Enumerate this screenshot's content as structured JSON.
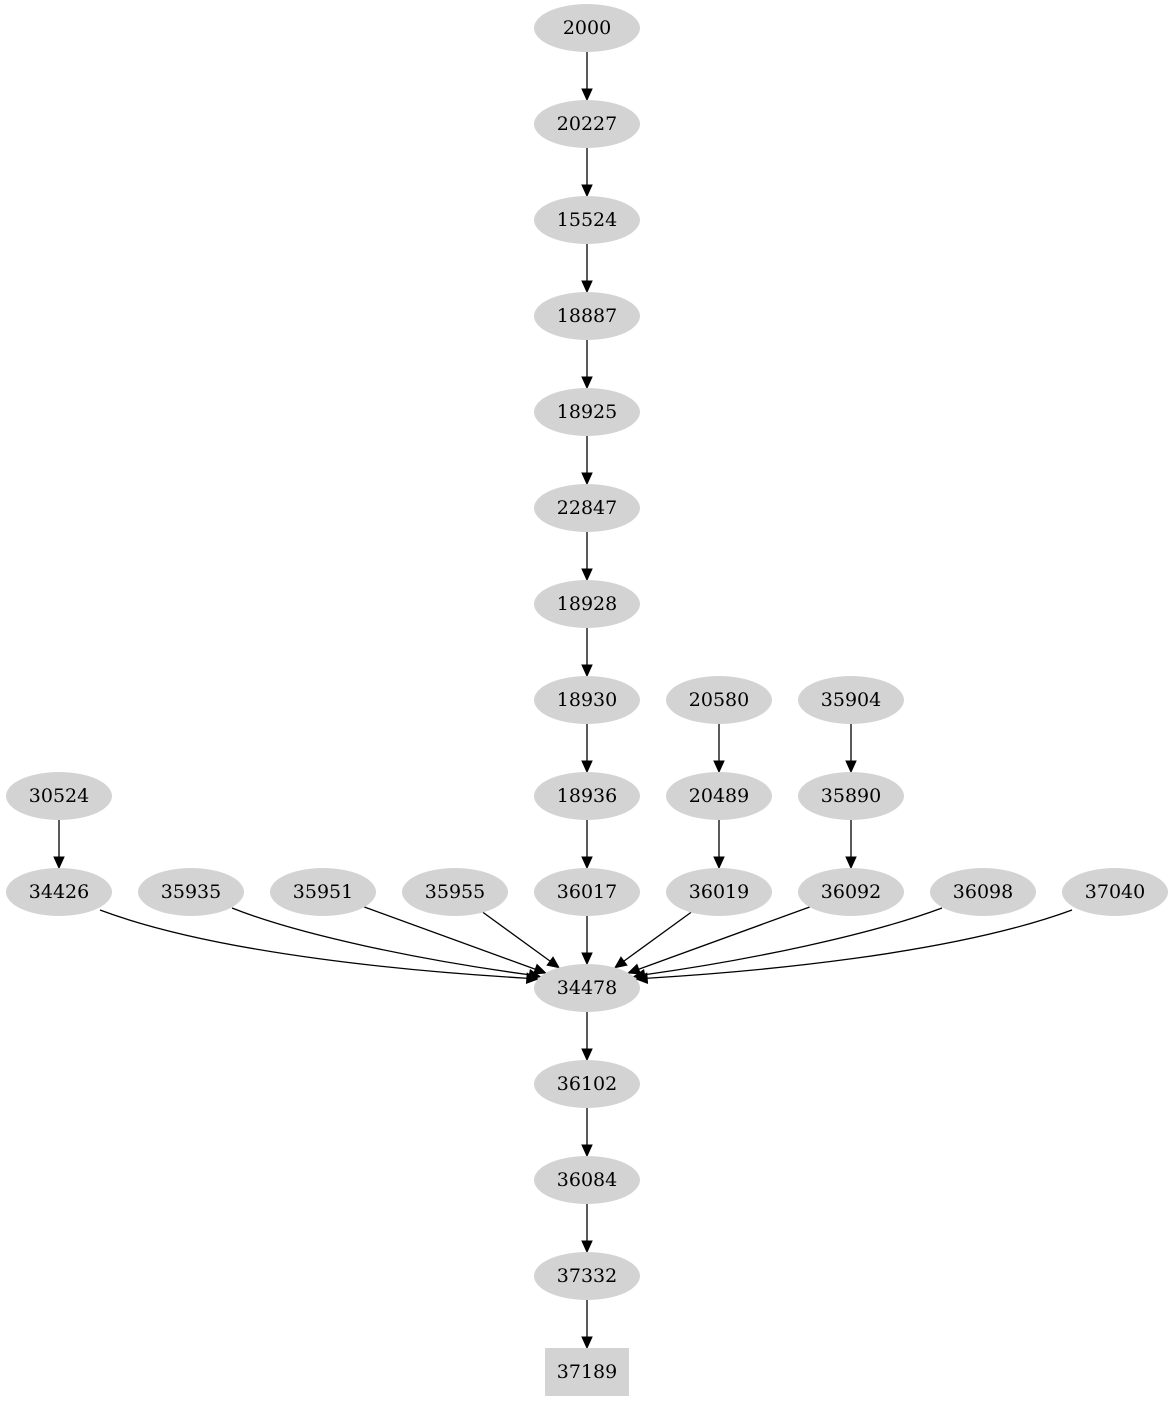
{
  "graph": {
    "nodes": [
      {
        "id": "2000",
        "label": "2000",
        "shape": "ellipse"
      },
      {
        "id": "20227",
        "label": "20227",
        "shape": "ellipse"
      },
      {
        "id": "15524",
        "label": "15524",
        "shape": "ellipse"
      },
      {
        "id": "18887",
        "label": "18887",
        "shape": "ellipse"
      },
      {
        "id": "18925",
        "label": "18925",
        "shape": "ellipse"
      },
      {
        "id": "22847",
        "label": "22847",
        "shape": "ellipse"
      },
      {
        "id": "18928",
        "label": "18928",
        "shape": "ellipse"
      },
      {
        "id": "18930",
        "label": "18930",
        "shape": "ellipse"
      },
      {
        "id": "20580",
        "label": "20580",
        "shape": "ellipse"
      },
      {
        "id": "35904",
        "label": "35904",
        "shape": "ellipse"
      },
      {
        "id": "30524",
        "label": "30524",
        "shape": "ellipse"
      },
      {
        "id": "18936",
        "label": "18936",
        "shape": "ellipse"
      },
      {
        "id": "20489",
        "label": "20489",
        "shape": "ellipse"
      },
      {
        "id": "35890",
        "label": "35890",
        "shape": "ellipse"
      },
      {
        "id": "34426",
        "label": "34426",
        "shape": "ellipse"
      },
      {
        "id": "35935",
        "label": "35935",
        "shape": "ellipse"
      },
      {
        "id": "35951",
        "label": "35951",
        "shape": "ellipse"
      },
      {
        "id": "35955",
        "label": "35955",
        "shape": "ellipse"
      },
      {
        "id": "36017",
        "label": "36017",
        "shape": "ellipse"
      },
      {
        "id": "36019",
        "label": "36019",
        "shape": "ellipse"
      },
      {
        "id": "36092",
        "label": "36092",
        "shape": "ellipse"
      },
      {
        "id": "36098",
        "label": "36098",
        "shape": "ellipse"
      },
      {
        "id": "37040",
        "label": "37040",
        "shape": "ellipse"
      },
      {
        "id": "34478",
        "label": "34478",
        "shape": "ellipse"
      },
      {
        "id": "36102",
        "label": "36102",
        "shape": "ellipse"
      },
      {
        "id": "36084",
        "label": "36084",
        "shape": "ellipse"
      },
      {
        "id": "37332",
        "label": "37332",
        "shape": "ellipse"
      },
      {
        "id": "37189",
        "label": "37189",
        "shape": "box"
      }
    ],
    "edges": [
      {
        "from": "2000",
        "to": "20227"
      },
      {
        "from": "20227",
        "to": "15524"
      },
      {
        "from": "15524",
        "to": "18887"
      },
      {
        "from": "18887",
        "to": "18925"
      },
      {
        "from": "18925",
        "to": "22847"
      },
      {
        "from": "22847",
        "to": "18928"
      },
      {
        "from": "18928",
        "to": "18930"
      },
      {
        "from": "18930",
        "to": "18936"
      },
      {
        "from": "18936",
        "to": "36017"
      },
      {
        "from": "20580",
        "to": "20489"
      },
      {
        "from": "20489",
        "to": "36019"
      },
      {
        "from": "35904",
        "to": "35890"
      },
      {
        "from": "35890",
        "to": "36092"
      },
      {
        "from": "30524",
        "to": "34426"
      },
      {
        "from": "34426",
        "to": "34478"
      },
      {
        "from": "35935",
        "to": "34478"
      },
      {
        "from": "35951",
        "to": "34478"
      },
      {
        "from": "35955",
        "to": "34478"
      },
      {
        "from": "36017",
        "to": "34478"
      },
      {
        "from": "36019",
        "to": "34478"
      },
      {
        "from": "36092",
        "to": "34478"
      },
      {
        "from": "36098",
        "to": "34478"
      },
      {
        "from": "37040",
        "to": "34478"
      },
      {
        "from": "34478",
        "to": "36102"
      },
      {
        "from": "36102",
        "to": "36084"
      },
      {
        "from": "36084",
        "to": "37332"
      },
      {
        "from": "37332",
        "to": "37189"
      }
    ],
    "colors": {
      "node_fill": "#d3d3d3",
      "edge": "#000000",
      "text": "#000000",
      "background": "#ffffff"
    }
  }
}
